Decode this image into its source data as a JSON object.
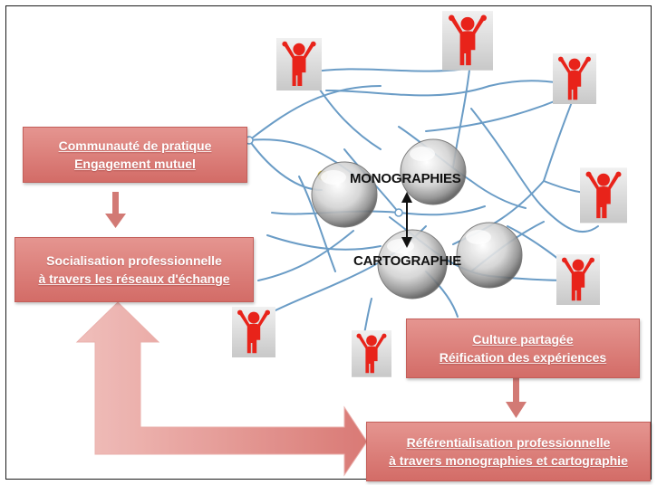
{
  "boxes": {
    "communaute": {
      "line1": "Communauté de pratique",
      "line2": "Engagement mutuel"
    },
    "socialisation": {
      "line1": "Socialisation professionnelle",
      "line2": "à travers les réseaux d'échange"
    },
    "culture": {
      "line1": "Culture partagée",
      "line2": "Réification des expériences"
    },
    "referentialisation": {
      "line1": "Référentialisation professionnelle",
      "line2": "à travers monographies et cartographie"
    }
  },
  "center": {
    "monographies": "MONOGRAPHIES",
    "cartographie": "CARTOGRAPHIE"
  },
  "colors": {
    "box_fill": "#d8736e",
    "arrow": "#d27a75",
    "network_line": "#6a9cc6",
    "figure_red": "#e8231a",
    "figure_tile": "#d9d9d9"
  },
  "icons": [
    "person-arms-up-icon",
    "sphere-icon",
    "double-arrow-icon"
  ]
}
